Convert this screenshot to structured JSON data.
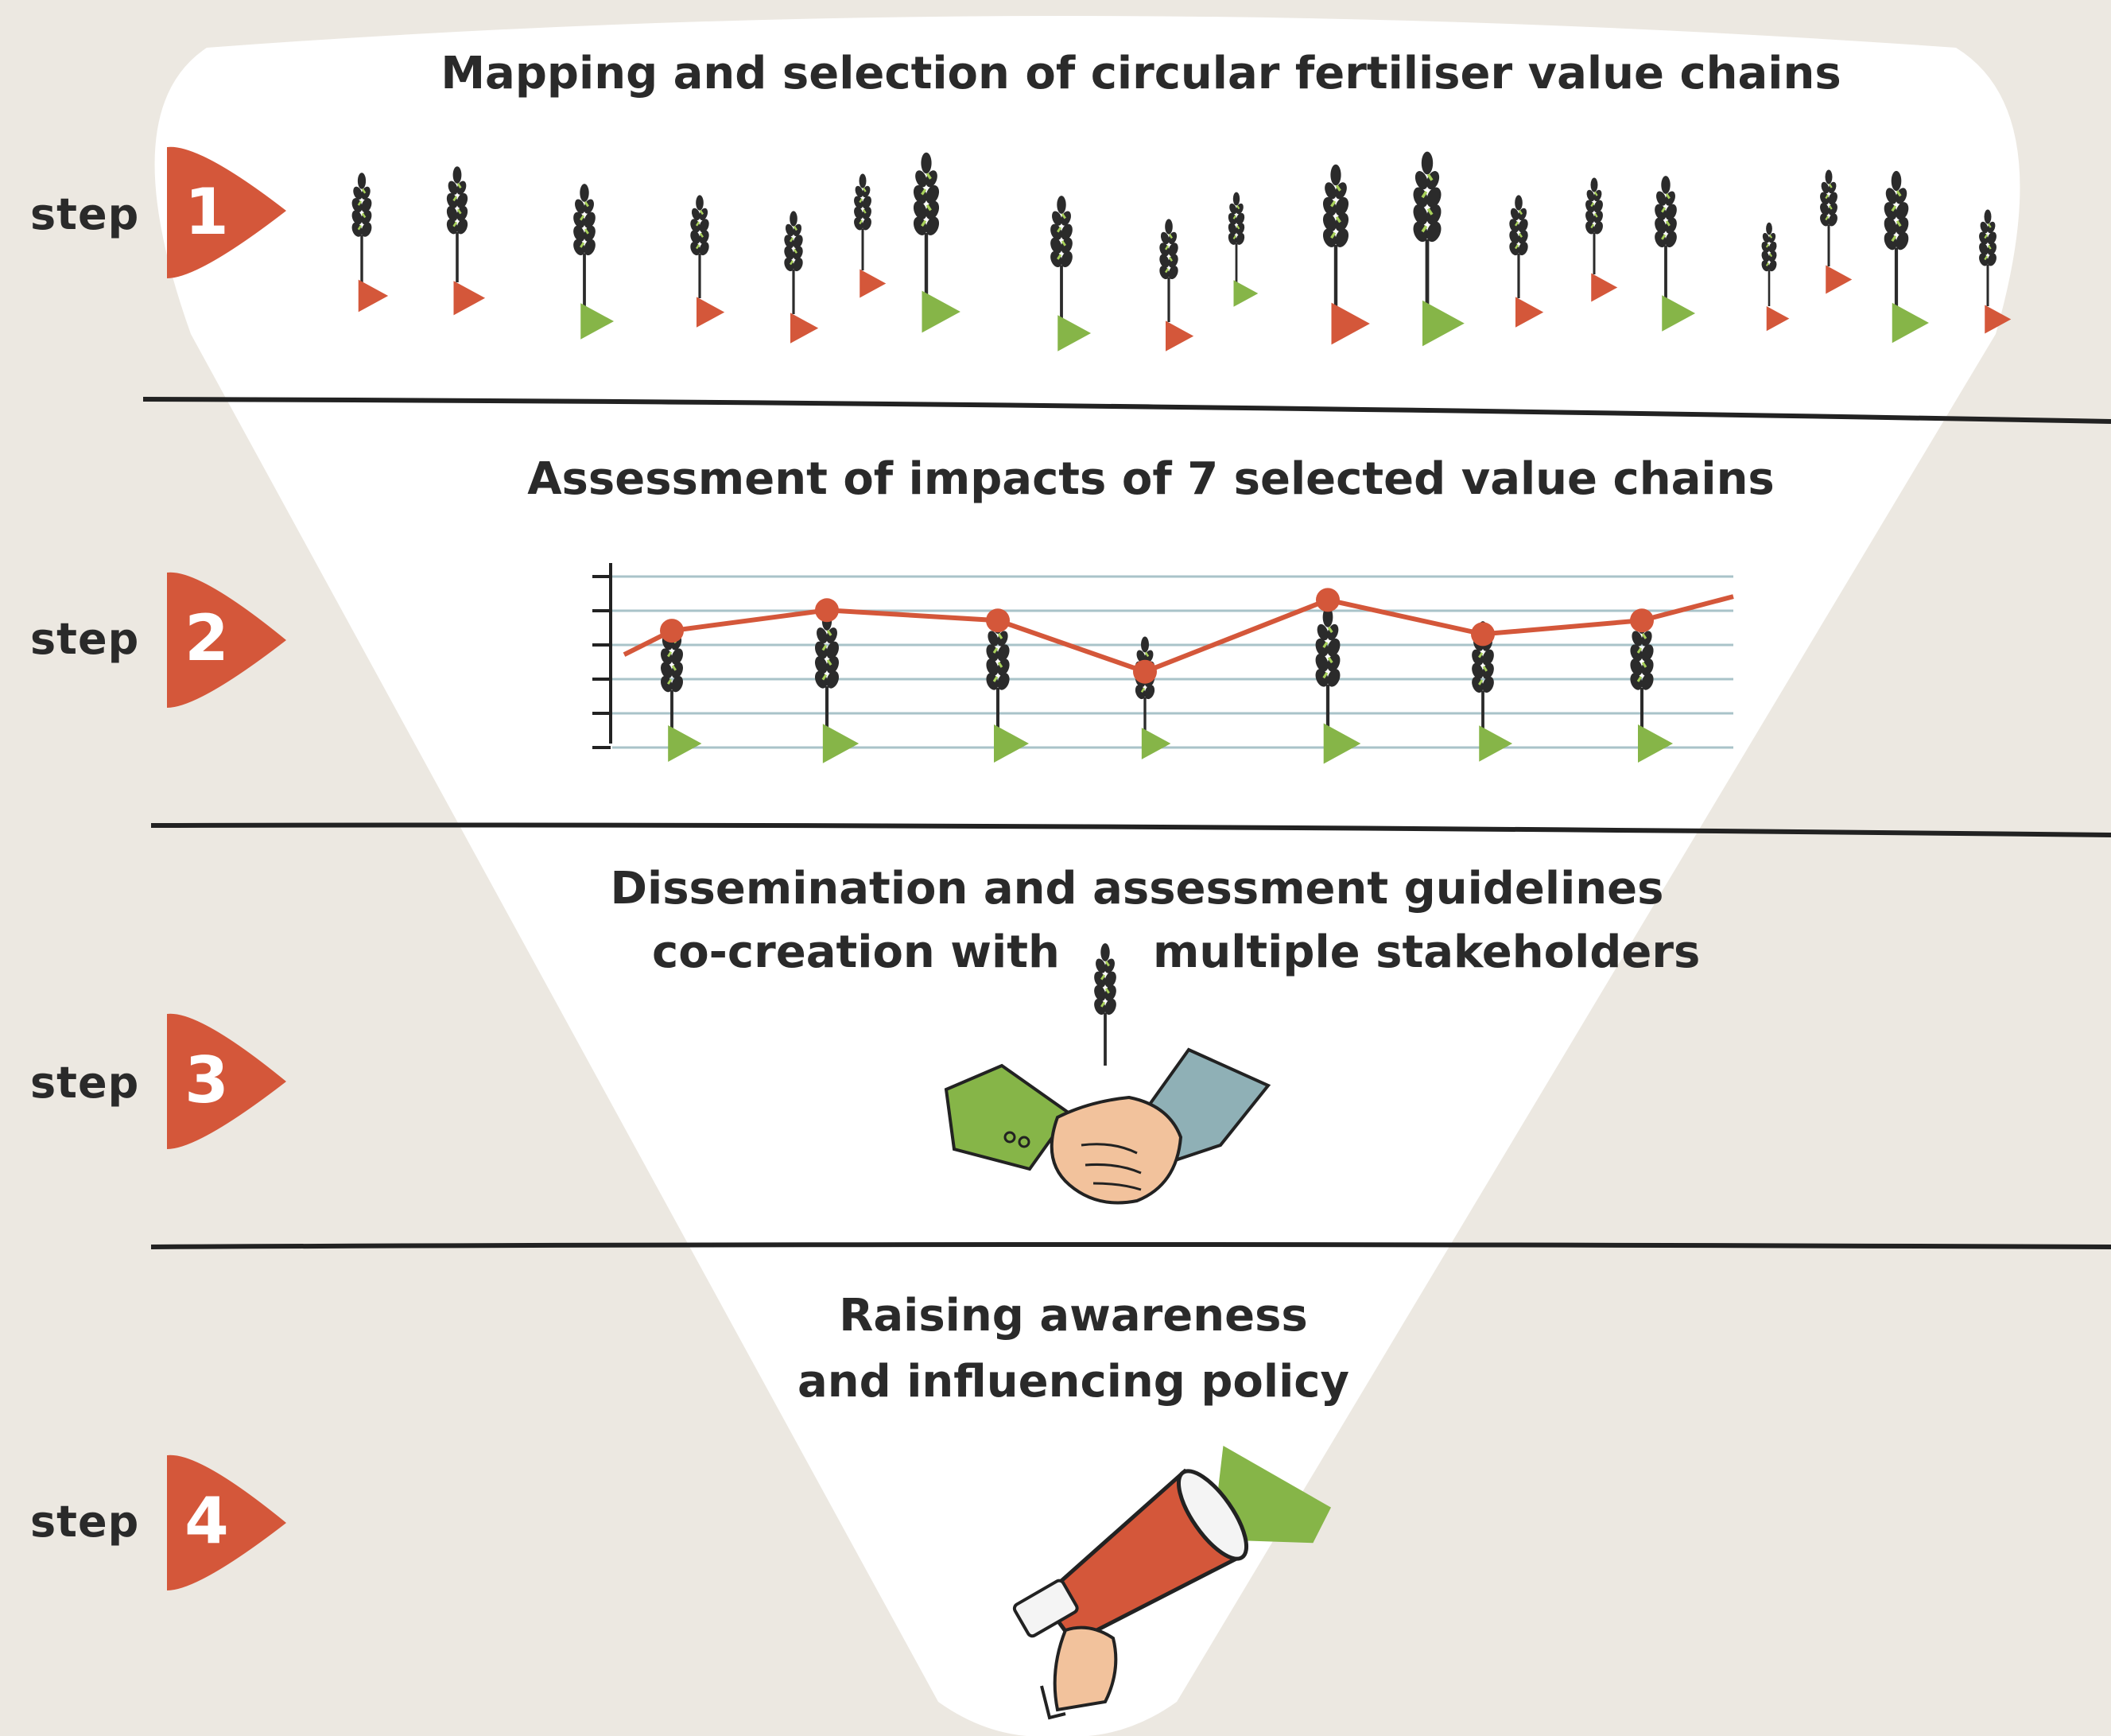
{
  "steps": [
    {
      "label": "step",
      "number": "1",
      "title": "Mapping and selection of circular fertiliser value chains"
    },
    {
      "label": "step",
      "number": "2",
      "title": "Assessment of impacts of 7 selected value chains"
    },
    {
      "label": "step",
      "number": "3",
      "title_line1": "Dissemination and assessment guidelines",
      "title_line2_left": "co-creation with",
      "title_line2_right": "multiple stakeholders"
    },
    {
      "label": "step",
      "number": "4",
      "title_line1": "Raising awareness",
      "title_line2": "and influencing policy"
    }
  ],
  "colors": {
    "background": "#ece8e1",
    "funnel": "#ffffff",
    "accent_orange": "#d4573a",
    "accent_green": "#86b548",
    "wheat_dark": "#2b2b2b",
    "wheat_light": "#a8d05a",
    "grid_line": "#a9c3c9",
    "sleeve_green": "#86b548",
    "sleeve_blue": "#8fb0b6",
    "skin": "#f2c29c"
  },
  "icons": [
    "wheat-icon",
    "play-triangle-icon",
    "handshake-icon",
    "megaphone-icon",
    "line-chart-icon"
  ],
  "chart_data": {
    "type": "line",
    "categories": [
      "",
      "",
      "",
      "",
      "",
      "",
      ""
    ],
    "series": [
      {
        "values": [
          3.3,
          3.9,
          3.6,
          2.1,
          4.2,
          3.2,
          3.6
        ]
      }
    ],
    "ylim": [
      0,
      5
    ],
    "grid": true
  }
}
